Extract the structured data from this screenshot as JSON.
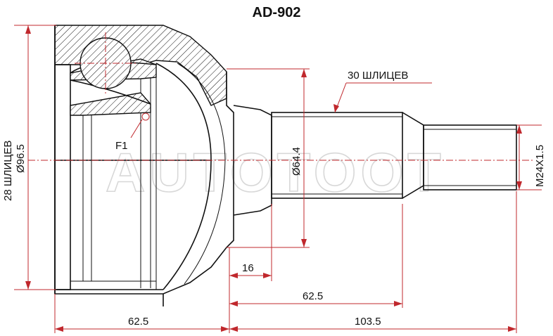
{
  "title": "AD-902",
  "watermark": "AUTOTOOT",
  "labels": {
    "outer_splines": "28 ШЛИЦЕВ",
    "outer_diameter": "Ø96.5",
    "inner_splines": "30 ШЛИЦЕВ",
    "shaft_diameter": "Ø64.4",
    "thread": "M24X1.5",
    "f1": "F1"
  },
  "dimensions": {
    "seal_width": "16",
    "shaft_length": "62.5",
    "housing_length": "62.5",
    "total_shaft": "103.5"
  },
  "colors": {
    "dimension_line": "#c0282d",
    "outline": "#111111"
  }
}
